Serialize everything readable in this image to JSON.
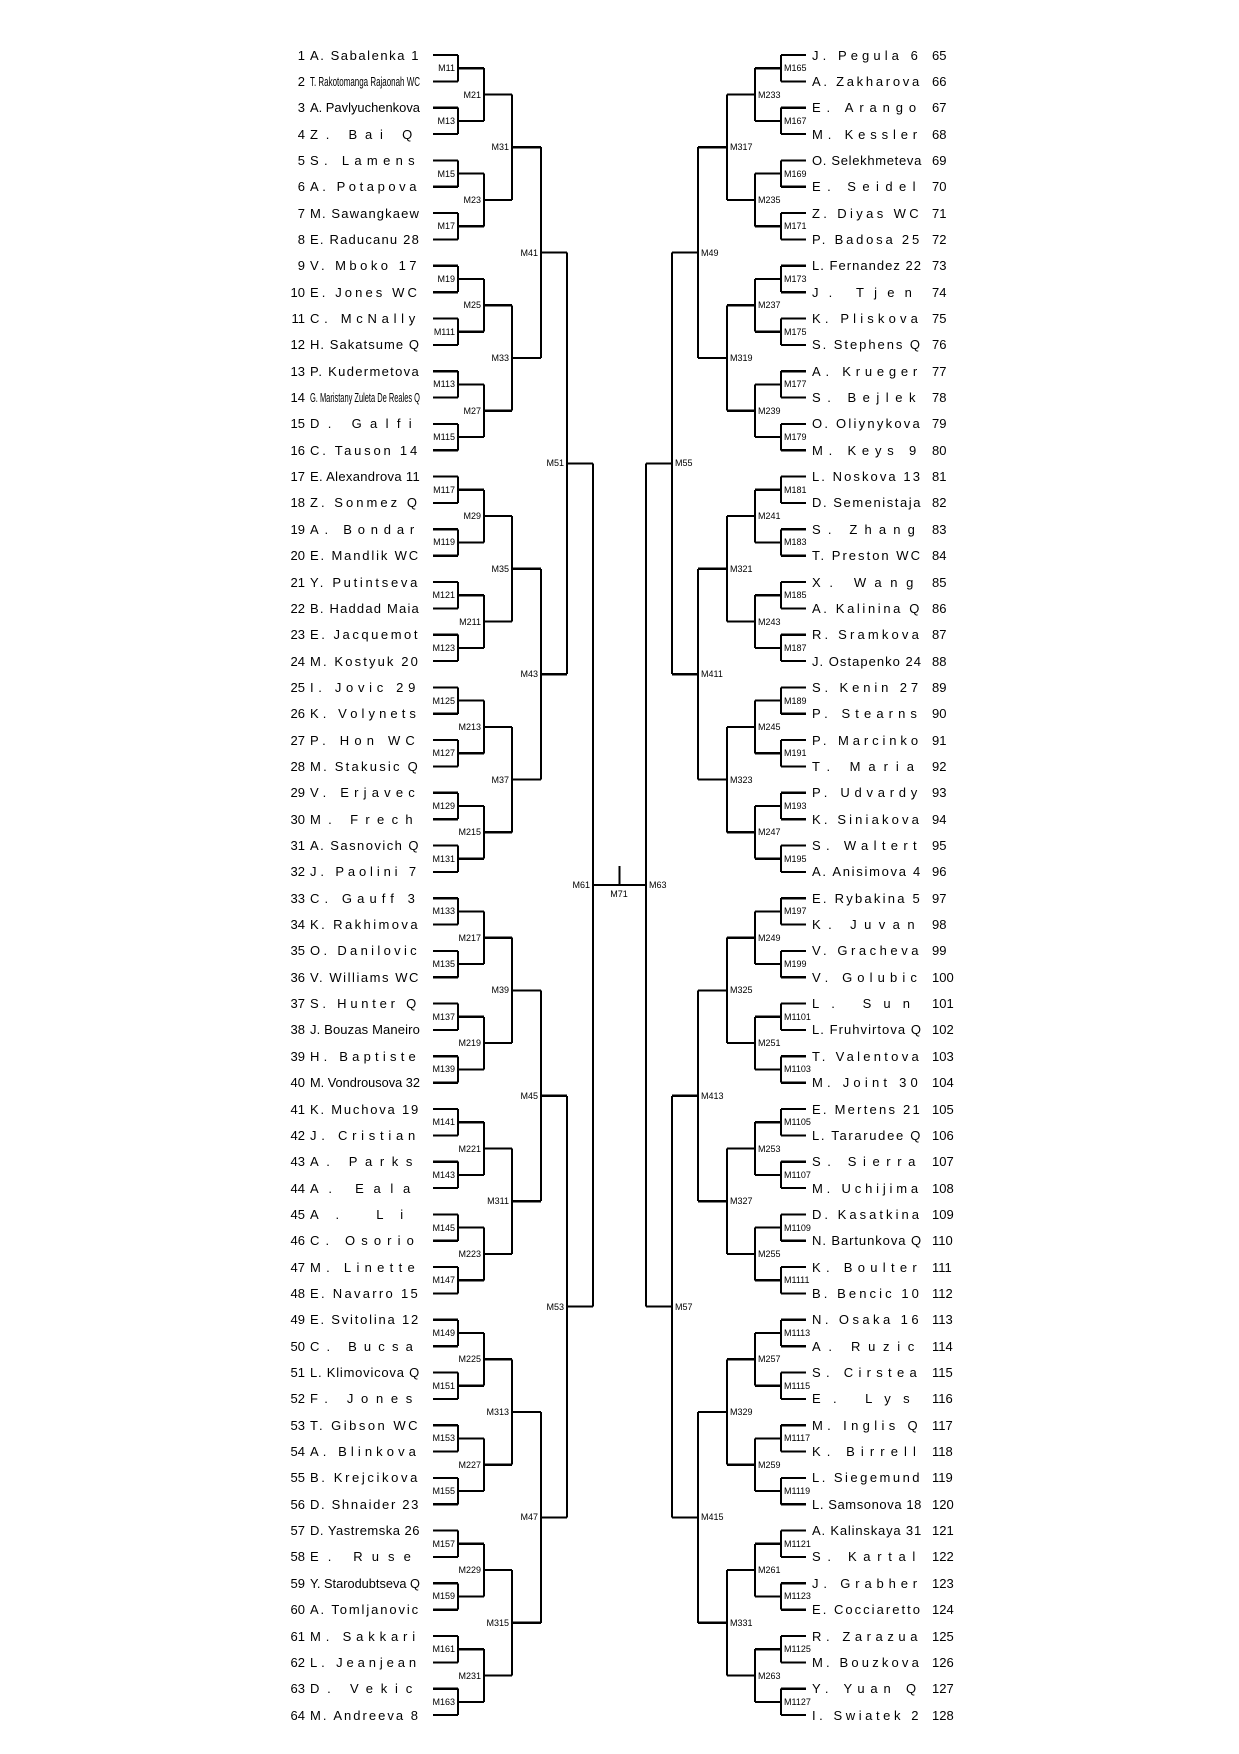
{
  "colors": {
    "background": "#ffffff",
    "line": "#000000",
    "text": "#000000"
  },
  "bracket": {
    "players": {
      "left": [
        {
          "n": "1",
          "name": "A. Sabalenka 1"
        },
        {
          "n": "2",
          "name": "T. Rakotomanga Rajaonah WC"
        },
        {
          "n": "3",
          "name": "A. Pavlyuchenkova"
        },
        {
          "n": "4",
          "name": "Z. Bai Q"
        },
        {
          "n": "5",
          "name": "S. Lamens"
        },
        {
          "n": "6",
          "name": "A. Potapova"
        },
        {
          "n": "7",
          "name": "M. Sawangkaew"
        },
        {
          "n": "8",
          "name": "E. Raducanu 28"
        },
        {
          "n": "9",
          "name": "V. Mboko 17"
        },
        {
          "n": "10",
          "name": "E. Jones WC"
        },
        {
          "n": "11",
          "name": "C. McNally"
        },
        {
          "n": "12",
          "name": "H. Sakatsume Q"
        },
        {
          "n": "13",
          "name": "P. Kudermetova"
        },
        {
          "n": "14",
          "name": "G. Maristany Zuleta De Reales Q"
        },
        {
          "n": "15",
          "name": "D. Galfi"
        },
        {
          "n": "16",
          "name": "C. Tauson 14"
        },
        {
          "n": "17",
          "name": "E. Alexandrova 11"
        },
        {
          "n": "18",
          "name": "Z. Sonmez Q"
        },
        {
          "n": "19",
          "name": "A. Bondar"
        },
        {
          "n": "20",
          "name": "E. Mandlik WC"
        },
        {
          "n": "21",
          "name": "Y. Putintseva"
        },
        {
          "n": "22",
          "name": "B. Haddad Maia"
        },
        {
          "n": "23",
          "name": "E. Jacquemot"
        },
        {
          "n": "24",
          "name": "M. Kostyuk 20"
        },
        {
          "n": "25",
          "name": "I. Jovic 29"
        },
        {
          "n": "26",
          "name": "K. Volynets"
        },
        {
          "n": "27",
          "name": "P. Hon WC"
        },
        {
          "n": "28",
          "name": "M. Stakusic Q"
        },
        {
          "n": "29",
          "name": "V. Erjavec"
        },
        {
          "n": "30",
          "name": "M. Frech"
        },
        {
          "n": "31",
          "name": "A. Sasnovich Q"
        },
        {
          "n": "32",
          "name": "J. Paolini 7"
        },
        {
          "n": "33",
          "name": "C. Gauff 3"
        },
        {
          "n": "34",
          "name": "K. Rakhimova"
        },
        {
          "n": "35",
          "name": "O. Danilovic"
        },
        {
          "n": "36",
          "name": "V. Williams WC"
        },
        {
          "n": "37",
          "name": "S. Hunter Q"
        },
        {
          "n": "38",
          "name": "J. Bouzas Maneiro"
        },
        {
          "n": "39",
          "name": "H. Baptiste"
        },
        {
          "n": "40",
          "name": "M. Vondrousova 32"
        },
        {
          "n": "41",
          "name": "K. Muchova 19"
        },
        {
          "n": "42",
          "name": "J. Cristian"
        },
        {
          "n": "43",
          "name": "A. Parks"
        },
        {
          "n": "44",
          "name": "A. Eala"
        },
        {
          "n": "45",
          "name": "A. Li"
        },
        {
          "n": "46",
          "name": "C. Osorio"
        },
        {
          "n": "47",
          "name": "M. Linette"
        },
        {
          "n": "48",
          "name": "E. Navarro 15"
        },
        {
          "n": "49",
          "name": "E. Svitolina 12"
        },
        {
          "n": "50",
          "name": "C. Bucsa"
        },
        {
          "n": "51",
          "name": "L. Klimovicova Q"
        },
        {
          "n": "52",
          "name": "F. Jones"
        },
        {
          "n": "53",
          "name": "T. Gibson WC"
        },
        {
          "n": "54",
          "name": "A. Blinkova"
        },
        {
          "n": "55",
          "name": "B. Krejcikova"
        },
        {
          "n": "56",
          "name": "D. Shnaider 23"
        },
        {
          "n": "57",
          "name": "D. Yastremska 26"
        },
        {
          "n": "58",
          "name": "E. Ruse"
        },
        {
          "n": "59",
          "name": "Y. Starodubtseva Q"
        },
        {
          "n": "60",
          "name": "A. Tomljanovic"
        },
        {
          "n": "61",
          "name": "M. Sakkari"
        },
        {
          "n": "62",
          "name": "L. Jeanjean"
        },
        {
          "n": "63",
          "name": "D. Vekic"
        },
        {
          "n": "64",
          "name": "M. Andreeva 8"
        }
      ],
      "right": [
        {
          "n": "65",
          "name": "J. Pegula 6"
        },
        {
          "n": "66",
          "name": "A. Zakharova"
        },
        {
          "n": "67",
          "name": "E. Arango"
        },
        {
          "n": "68",
          "name": "M. Kessler"
        },
        {
          "n": "69",
          "name": "O. Selekhmeteva"
        },
        {
          "n": "70",
          "name": "E. Seidel"
        },
        {
          "n": "71",
          "name": "Z. Diyas WC"
        },
        {
          "n": "72",
          "name": "P. Badosa 25"
        },
        {
          "n": "73",
          "name": "L. Fernandez 22"
        },
        {
          "n": "74",
          "name": "J. Tjen"
        },
        {
          "n": "75",
          "name": "K. Pliskova"
        },
        {
          "n": "76",
          "name": "S. Stephens Q"
        },
        {
          "n": "77",
          "name": "A. Krueger"
        },
        {
          "n": "78",
          "name": "S. Bejlek"
        },
        {
          "n": "79",
          "name": "O. Oliynykova"
        },
        {
          "n": "80",
          "name": "M. Keys 9"
        },
        {
          "n": "81",
          "name": "L. Noskova 13"
        },
        {
          "n": "82",
          "name": "D. Semenistaja"
        },
        {
          "n": "83",
          "name": "S. Zhang"
        },
        {
          "n": "84",
          "name": "T. Preston WC"
        },
        {
          "n": "85",
          "name": "X. Wang"
        },
        {
          "n": "86",
          "name": "A. Kalinina Q"
        },
        {
          "n": "87",
          "name": "R. Sramkova"
        },
        {
          "n": "88",
          "name": "J. Ostapenko 24"
        },
        {
          "n": "89",
          "name": "S. Kenin 27"
        },
        {
          "n": "90",
          "name": "P. Stearns"
        },
        {
          "n": "91",
          "name": "P. Marcinko"
        },
        {
          "n": "92",
          "name": "T. Maria"
        },
        {
          "n": "93",
          "name": "P. Udvardy"
        },
        {
          "n": "94",
          "name": "K. Siniakova"
        },
        {
          "n": "95",
          "name": "S. Waltert"
        },
        {
          "n": "96",
          "name": "A. Anisimova 4"
        },
        {
          "n": "97",
          "name": "E. Rybakina 5"
        },
        {
          "n": "98",
          "name": "K. Juvan"
        },
        {
          "n": "99",
          "name": "V. Gracheva"
        },
        {
          "n": "100",
          "name": "V. Golubic"
        },
        {
          "n": "101",
          "name": "L. Sun"
        },
        {
          "n": "102",
          "name": "L. Fruhvirtova Q"
        },
        {
          "n": "103",
          "name": "T. Valentova"
        },
        {
          "n": "104",
          "name": "M. Joint 30"
        },
        {
          "n": "105",
          "name": "E. Mertens 21"
        },
        {
          "n": "106",
          "name": "L. Tararudee Q"
        },
        {
          "n": "107",
          "name": "S. Sierra"
        },
        {
          "n": "108",
          "name": "M. Uchijima"
        },
        {
          "n": "109",
          "name": "D. Kasatkina"
        },
        {
          "n": "110",
          "name": "N. Bartunkova Q"
        },
        {
          "n": "111",
          "name": "K. Boulter"
        },
        {
          "n": "112",
          "name": "B. Bencic 10"
        },
        {
          "n": "113",
          "name": "N. Osaka 16"
        },
        {
          "n": "114",
          "name": "A. Ruzic"
        },
        {
          "n": "115",
          "name": "S. Cirstea"
        },
        {
          "n": "116",
          "name": "E. Lys"
        },
        {
          "n": "117",
          "name": "M. Inglis Q"
        },
        {
          "n": "118",
          "name": "K. Birrell"
        },
        {
          "n": "119",
          "name": "L. Siegemund"
        },
        {
          "n": "120",
          "name": "L. Samsonova 18"
        },
        {
          "n": "121",
          "name": "A. Kalinskaya 31"
        },
        {
          "n": "122",
          "name": "S. Kartal"
        },
        {
          "n": "123",
          "name": "J. Grabher"
        },
        {
          "n": "124",
          "name": "E. Cocciaretto"
        },
        {
          "n": "125",
          "name": "R. Zarazua"
        },
        {
          "n": "126",
          "name": "M. Bouzkova"
        },
        {
          "n": "127",
          "name": "Y. Yuan Q"
        },
        {
          "n": "128",
          "name": "I. Swiatek 2"
        }
      ]
    },
    "matches": {
      "left": {
        "r1": [
          "M11",
          "M13",
          "M15",
          "M17",
          "M19",
          "M111",
          "M113",
          "M115",
          "M117",
          "M119",
          "M121",
          "M123",
          "M125",
          "M127",
          "M129",
          "M131",
          "M133",
          "M135",
          "M137",
          "M139",
          "M141",
          "M143",
          "M145",
          "M147",
          "M149",
          "M151",
          "M153",
          "M155",
          "M157",
          "M159",
          "M161",
          "M163"
        ],
        "r2": [
          "M21",
          "M23",
          "M25",
          "M27",
          "M29",
          "M211",
          "M213",
          "M215",
          "M217",
          "M219",
          "M221",
          "M223",
          "M225",
          "M227",
          "M229",
          "M231"
        ],
        "r3": [
          "M31",
          "M33",
          "M35",
          "M37",
          "M39",
          "M311",
          "M313",
          "M315"
        ],
        "r4": [
          "M41",
          "M43",
          "M45",
          "M47"
        ],
        "r5": [
          "M51",
          "M53"
        ],
        "sf": [
          "M61"
        ]
      },
      "right": {
        "r1": [
          "M165",
          "M167",
          "M169",
          "M171",
          "M173",
          "M175",
          "M177",
          "M179",
          "M181",
          "M183",
          "M185",
          "M187",
          "M189",
          "M191",
          "M193",
          "M195",
          "M197",
          "M199",
          "M1101",
          "M1103",
          "M1105",
          "M1107",
          "M1109",
          "M1111",
          "M1113",
          "M1115",
          "M1117",
          "M1119",
          "M1121",
          "M1123",
          "M1125",
          "M1127"
        ],
        "r2": [
          "M233",
          "M235",
          "M237",
          "M239",
          "M241",
          "M243",
          "M245",
          "M247",
          "M249",
          "M251",
          "M253",
          "M255",
          "M257",
          "M259",
          "M261",
          "M263"
        ],
        "r3": [
          "M317",
          "M319",
          "M321",
          "M323",
          "M325",
          "M327",
          "M329",
          "M331"
        ],
        "r4": [
          "M49",
          "M411",
          "M413",
          "M415"
        ],
        "r5": [
          "M55",
          "M57"
        ],
        "sf": [
          "M63"
        ]
      },
      "final": [
        "M71"
      ]
    }
  }
}
